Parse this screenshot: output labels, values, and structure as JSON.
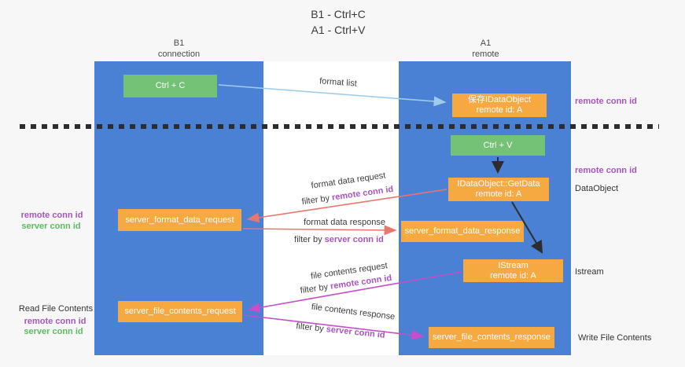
{
  "title": {
    "line1": "B1 - Ctrl+C",
    "line2": "A1 - Ctrl+V"
  },
  "columns": {
    "left": {
      "header_line1": "B1",
      "header_line2": "connection"
    },
    "right": {
      "header_line1": "A1",
      "header_line2": "remote"
    }
  },
  "nodes": {
    "ctrl_c": "Ctrl + C",
    "ctrl_v": "Ctrl + V",
    "save_idataobject_line1": "保存IDataObject",
    "save_idataobject_line2": "remote id: A",
    "getdata_line1": "IDataObject::GetData",
    "getdata_line2": "remote id: A",
    "istream_line1": "IStream",
    "istream_line2": "remote id: A",
    "server_format_data_request": "server_format_data_request",
    "server_format_data_response": "server_format_data_response",
    "server_file_contents_request": "server_file_contents_request",
    "server_file_contents_response": "server_file_contents_response"
  },
  "arrow_labels": {
    "format_list": "format list",
    "format_data_request": "format data request",
    "format_data_response": "format data response",
    "file_contents_request": "file contents request",
    "file_contents_response": "file contents response",
    "filter_by": "filter by ",
    "remote_conn_id": "remote conn id",
    "server_conn_id": "server conn id"
  },
  "side_labels": {
    "right_remote_conn_id_top": "remote conn id",
    "right_remote_conn_id_mid": "remote conn id",
    "right_dataobject": "DataObject",
    "right_istream": "Istream",
    "right_write_file_contents": "Write File Contents",
    "left_remote_conn_id_1": "remote conn id",
    "left_server_conn_id_1": "server conn id",
    "left_read_file_contents": "Read File Contents",
    "left_remote_conn_id_2": "remote conn id",
    "left_server_conn_id_2": "server conn id"
  },
  "colors": {
    "background": "#f7f7f7",
    "lifeline_blue": "#4a81d4",
    "node_green": "#74c276",
    "node_orange": "#f7a941",
    "arrow_light_blue": "#9fcbed",
    "arrow_salmon": "#e8766e",
    "arrow_magenta": "#c44fc8",
    "arrow_black": "#2d2d2d",
    "label_purple": "#a855bf",
    "label_green": "#5eba62"
  }
}
